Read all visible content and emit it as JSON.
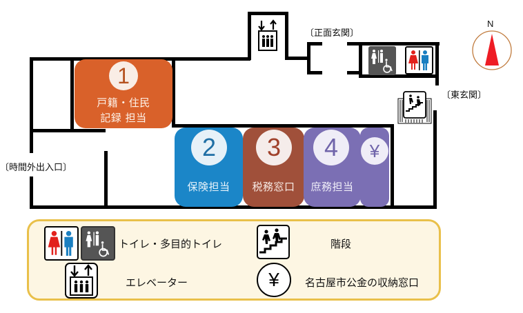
{
  "floor_plan": {
    "entrances": {
      "main": "〔正面玄関〕",
      "east": "〔東玄関〕",
      "after_hours": "〔時間外出入口〕"
    },
    "compass": {
      "label": "N",
      "arrow_color": "#ee1c24",
      "ring_color": "#b5651d"
    },
    "counters": [
      {
        "number": "1",
        "lines": [
          "戸籍・住民",
          "記録 担当"
        ],
        "color": "#d9612a",
        "number_color": "#b5521f"
      },
      {
        "number": "2",
        "lines": [
          "保険担当"
        ],
        "color": "#1b86c8",
        "number_color": "#1f6fa5"
      },
      {
        "number": "3",
        "lines": [
          "税務窓口"
        ],
        "color": "#a0503a",
        "number_color": "#a0402a"
      },
      {
        "number": "4",
        "lines": [
          "庶務担当"
        ],
        "color": "#7b6fb4",
        "number_color": "#6f64aa"
      },
      {
        "number": "¥",
        "lines": [],
        "color": "#7b6fb4",
        "number_color": "#6f64aa"
      }
    ]
  },
  "legend": {
    "items": [
      {
        "icon": "restroom-icon",
        "label": "トイレ・多目的トイレ"
      },
      {
        "icon": "stairs-icon",
        "label": "階段"
      },
      {
        "icon": "elevator-icon",
        "label": "エレベーター"
      },
      {
        "icon": "yen-icon",
        "label": "名古屋市公金の収納窓口"
      }
    ],
    "border_color": "#e9c04a",
    "background": "#fdf6e3"
  }
}
